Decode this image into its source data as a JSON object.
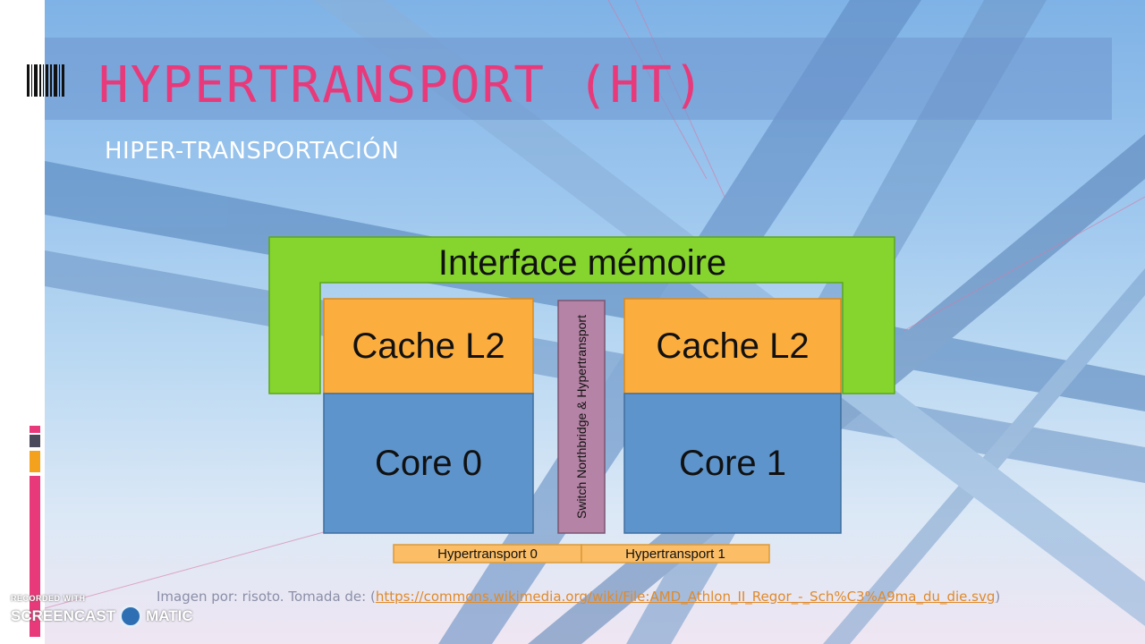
{
  "slide": {
    "title": "HYPERTRANSPORT (HT)",
    "subtitle": "HIPER-TRANSPORTACIÓN"
  },
  "diagram": {
    "memory_interface": "Interface mémoire",
    "cache_left": "Cache L2",
    "cache_right": "Cache L2",
    "core_left": "Core 0",
    "core_right": "Core 1",
    "switch": "Switch Northbridge & Hypertransport",
    "ht_0": "Hypertransport 0",
    "ht_1": "Hypertransport 1",
    "colors": {
      "memory": "#86d52e",
      "cache": "#fbad3e",
      "core": "#5e94cc",
      "switch": "#b583a5",
      "ht": "#fbbd65"
    }
  },
  "caption": {
    "prefix": "Imagen por: risoto.  Tomada de: (",
    "link": "https://commons.wikimedia.org/wiki/File:AMD_Athlon_II_Regor_-_Sch%C3%A9ma_du_die.svg",
    "suffix": ")"
  },
  "watermark": {
    "small": "RECORDED WITH",
    "left": "SCREENCAST",
    "right": "MATIC"
  },
  "icons": {
    "logo": "barcode-icon",
    "watermark": "screencast-circle-icon"
  }
}
